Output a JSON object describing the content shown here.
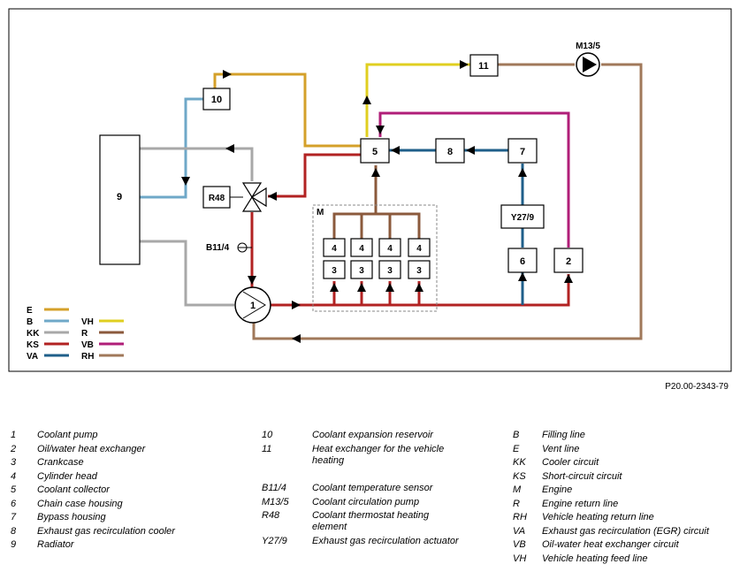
{
  "colors": {
    "E": "#d4a02a",
    "B": "#6fa8c8",
    "KK": "#a8a8a8",
    "KS": "#b22222",
    "VA": "#1f5f8a",
    "VH": "#e0cf20",
    "R": "#8b5a3c",
    "VB": "#b01e78",
    "RH": "#a0785a"
  },
  "components": {
    "radiator": "9",
    "reservoir": "10",
    "thermostat": "R48",
    "sensor": "B11/4",
    "coolant_pump": "1",
    "collector": "5",
    "egr_cooler": "8",
    "bypass": "7",
    "actuator": "Y27/9",
    "chain_case": "6",
    "oil_hx": "2",
    "heater_hx": "11",
    "circ_pump": "M13/5",
    "engine": "M",
    "head": "4",
    "crankcase": "3"
  },
  "line_legend": [
    {
      "code": "E"
    },
    {
      "code": "B"
    },
    {
      "code": "KK"
    },
    {
      "code": "KS"
    },
    {
      "code": "VA"
    },
    {
      "code": "VH"
    },
    {
      "code": "R"
    },
    {
      "code": "VB"
    },
    {
      "code": "RH"
    }
  ],
  "figure_id": "P20.00-2343-79",
  "legend": {
    "col1": [
      {
        "k": "1",
        "v": "Coolant pump"
      },
      {
        "k": "2",
        "v": "Oil/water heat exchanger"
      },
      {
        "k": "3",
        "v": "Crankcase"
      },
      {
        "k": "4",
        "v": "Cylinder head"
      },
      {
        "k": "5",
        "v": "Coolant collector"
      },
      {
        "k": "6",
        "v": "Chain case housing"
      },
      {
        "k": "7",
        "v": "Bypass housing"
      },
      {
        "k": "8",
        "v": "Exhaust gas recirculation cooler"
      },
      {
        "k": "9",
        "v": "Radiator"
      }
    ],
    "col2": [
      {
        "k": "10",
        "v": "Coolant expansion reservoir"
      },
      {
        "k": "11",
        "v": "Heat exchanger for the vehicle"
      },
      {
        "k": "",
        "v": "heating"
      },
      {
        "k": "B11/4",
        "v": "Coolant temperature sensor"
      },
      {
        "k": "M13/5",
        "v": "Coolant circulation pump"
      },
      {
        "k": "R48",
        "v": "Coolant thermostat heating"
      },
      {
        "k": "",
        "v": "element"
      },
      {
        "k": "Y27/9",
        "v": "Exhaust gas recirculation actuator"
      }
    ],
    "col3": [
      {
        "k": "B",
        "v": "Filling line"
      },
      {
        "k": "E",
        "v": "Vent line"
      },
      {
        "k": "KK",
        "v": "Cooler circuit"
      },
      {
        "k": "KS",
        "v": "Short-circuit circuit"
      },
      {
        "k": "M",
        "v": "Engine"
      },
      {
        "k": "R",
        "v": "Engine return line"
      },
      {
        "k": "RH",
        "v": "Vehicle heating return line"
      },
      {
        "k": "VA",
        "v": "Exhaust gas recirculation (EGR) circuit"
      },
      {
        "k": "VB",
        "v": "Oil-water heat exchanger circuit"
      },
      {
        "k": "VH",
        "v": "Vehicle heating feed line"
      }
    ]
  }
}
